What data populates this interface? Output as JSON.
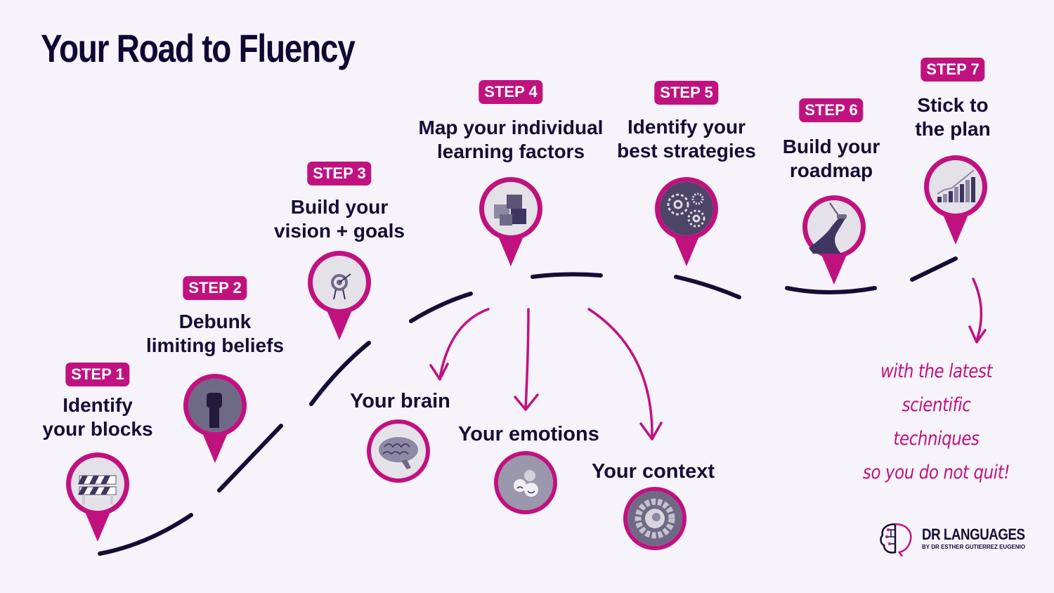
{
  "title": "Your Road to Fluency",
  "steps": [
    {
      "badge": "STEP 1",
      "line1": "Identify",
      "line2": "your blocks",
      "icon": "roadblock-icon"
    },
    {
      "badge": "STEP 2",
      "line1": "Debunk",
      "line2": "limiting beliefs",
      "icon": "raised-fist-icon"
    },
    {
      "badge": "STEP 3",
      "line1": "Build your",
      "line2": "vision + goals",
      "icon": "target-icon"
    },
    {
      "badge": "STEP 4",
      "line1": "Map your individual",
      "line2": "learning factors",
      "icon": "puzzle-icon"
    },
    {
      "badge": "STEP 5",
      "line1": "Identify your",
      "line2": "best strategies",
      "icon": "gears-icon"
    },
    {
      "badge": "STEP 6",
      "line1": "Build your",
      "line2": "roadmap",
      "icon": "road-roller-icon"
    },
    {
      "badge": "STEP 7",
      "line1": "Stick to",
      "line2": "the plan",
      "icon": "growth-chart-icon"
    }
  ],
  "factors": [
    {
      "label": "Your brain",
      "icon": "brain-icon"
    },
    {
      "label": "Your emotions",
      "icon": "emotions-icon"
    },
    {
      "label": "Your context",
      "icon": "context-icon"
    }
  ],
  "note": {
    "line1": "with the latest",
    "line2": "scientific techniques",
    "line3": "so you do not quit!"
  },
  "logo": {
    "name": "DR LANGUAGES",
    "byline": "BY DR ESTHER GUTIERREZ EUGENIO"
  },
  "colors": {
    "accent": "#c0127f",
    "text": "#150d36",
    "background": "#f6f3fa"
  }
}
